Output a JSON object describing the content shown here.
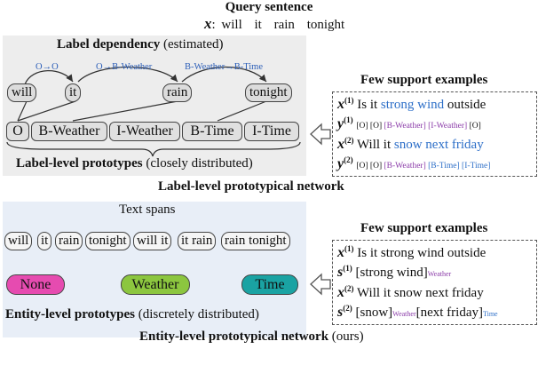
{
  "header": {
    "title": "Query sentence",
    "query_var": "x",
    "query_colon": ":",
    "query_words": [
      "will",
      "it",
      "rain",
      "tonight"
    ]
  },
  "label_panel": {
    "title": "Label dependency",
    "title_note": "(estimated)",
    "words": [
      "will",
      "it",
      "rain",
      "tonight"
    ],
    "dependencies": [
      "O→O",
      "O→B-Weather",
      "B-Weather→B-Time"
    ],
    "prototypes": [
      "O",
      "B-Weather",
      "I-Weather",
      "B-Time",
      "I-Time"
    ],
    "caption_bold": "Label-level prototypes",
    "caption_note": "(closely distributed)"
  },
  "label_network_title": "Label-level prototypical network",
  "support1": {
    "title": "Few support examples",
    "x1_prefix": "Is it",
    "x1_highlight": "strong wind",
    "x1_suffix": "outside",
    "y1_plain": "[O] [O] ",
    "y1_tags": "[B-Weather] [I-Weather]",
    "y1_end": " [O]",
    "x2_prefix": "Will it",
    "x2_highlight": "snow next friday",
    "y2_plain": "[O] [O] ",
    "y2_tag1": "[B-Weather]",
    "y2_tags2": " [B-Time] [I-Time]"
  },
  "entity_panel": {
    "spans_title": "Text spans",
    "spans": [
      "will",
      "it",
      "rain",
      "tonight",
      "will it",
      "it rain",
      "rain tonight"
    ],
    "entities": [
      "None",
      "Weather",
      "Time"
    ],
    "caption_bold": "Entity-level prototypes",
    "caption_note": "(discretely distributed)"
  },
  "entity_network_title": "Entity-level prototypical network",
  "entity_network_note": "(ours)",
  "support2": {
    "title": "Few support examples",
    "x1": "Is it strong wind outside",
    "s1_open": "[strong wind]",
    "s1_tag": "Weather",
    "x2": "Will it snow next friday",
    "s2_a": "[snow]",
    "s2_a_tag": "Weather",
    "s2_b": "[next friday]",
    "s2_b_tag": "Time"
  },
  "symbols": {
    "x": "x",
    "y": "y",
    "s": "s",
    "sup1": "(1)",
    "sup2": "(2)"
  },
  "colors": {
    "panel1_bg": "#ededed",
    "panel2_bg": "#e8eef7",
    "none": "#e64bb0",
    "weather": "#8cc63f",
    "time": "#1aa3a3",
    "tag_purple": "#8a3aa8",
    "highlight_blue": "#2d6fc8"
  }
}
